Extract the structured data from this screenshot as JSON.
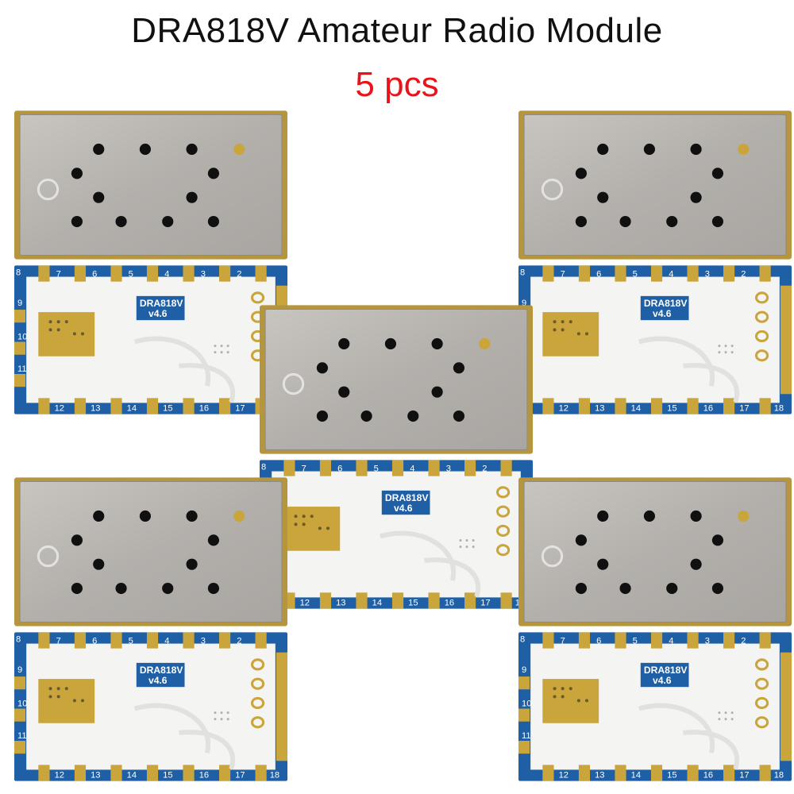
{
  "header": {
    "title": "DRA818V Amateur Radio Module",
    "quantity": "5 pcs",
    "quantity_color": "#e8131b"
  },
  "module": {
    "model_label": "DRA818V",
    "version_label": "v4.6",
    "top_pins": [
      "8",
      "7",
      "6",
      "5",
      "4",
      "3",
      "2"
    ],
    "side_pins": [
      "9",
      "10",
      "11"
    ],
    "bottom_pins": [
      "12",
      "13",
      "14",
      "15",
      "16",
      "17",
      "18"
    ],
    "colors": {
      "shield": "#b9b6b2",
      "pcb_edge": "#1f5fa6",
      "pad": "#c9a53c",
      "board": "#f4f4f2"
    }
  },
  "modules": [
    {
      "id": "top-left",
      "pieces": [
        "shield",
        "pcb"
      ]
    },
    {
      "id": "top-right",
      "pieces": [
        "shield",
        "pcb"
      ]
    },
    {
      "id": "center",
      "pieces": [
        "shield",
        "pcb"
      ]
    },
    {
      "id": "bottom-left",
      "pieces": [
        "shield",
        "pcb"
      ]
    },
    {
      "id": "bottom-right",
      "pieces": [
        "shield",
        "pcb"
      ]
    }
  ]
}
